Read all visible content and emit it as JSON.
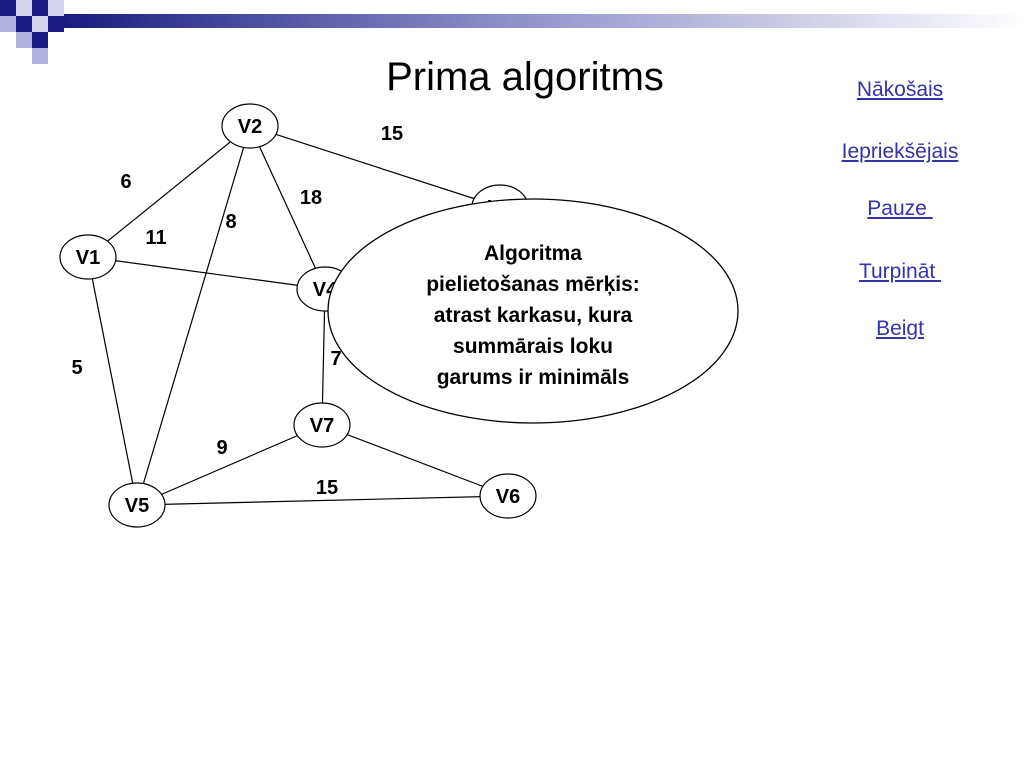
{
  "title": "Prima algoritms",
  "nav": {
    "next": "Nākošais",
    "previous": "Iepriekšējais",
    "pause": "Pauze ",
    "continue": "Turpināt ",
    "end": "Beigt"
  },
  "graph": {
    "nodes": [
      {
        "id": "V1",
        "label": "V1"
      },
      {
        "id": "V2",
        "label": "V2"
      },
      {
        "id": "V3",
        "label": "V3"
      },
      {
        "id": "V4",
        "label": "V4"
      },
      {
        "id": "V5",
        "label": "V5"
      },
      {
        "id": "V6",
        "label": "V6"
      },
      {
        "id": "V7",
        "label": "V7"
      }
    ],
    "edges": [
      {
        "from": "V2",
        "to": "V1",
        "weight": "6"
      },
      {
        "from": "V2",
        "to": "V3",
        "weight": "15"
      },
      {
        "from": "V2",
        "to": "V4",
        "weight": "18"
      },
      {
        "from": "V2",
        "to": "V5",
        "weight": "8"
      },
      {
        "from": "V1",
        "to": "V4",
        "weight": "11"
      },
      {
        "from": "V1",
        "to": "V5",
        "weight": "5"
      },
      {
        "from": "V4",
        "to": "V7",
        "weight": "7"
      },
      {
        "from": "V7",
        "to": "V5",
        "weight": "9"
      },
      {
        "from": "V5",
        "to": "V6",
        "weight": "15"
      },
      {
        "from": "V7",
        "to": "V6",
        "weight": ""
      }
    ]
  },
  "callout": {
    "lines": [
      "Algoritma",
      "pielietošanas mērķis:",
      "atrast karkasu, kura",
      "summārais loku",
      "garums ir minimāls"
    ]
  },
  "colors": {
    "deco_dark": "#1a1a80",
    "deco_light": "#b3b3dd",
    "link": "#3333aa"
  }
}
